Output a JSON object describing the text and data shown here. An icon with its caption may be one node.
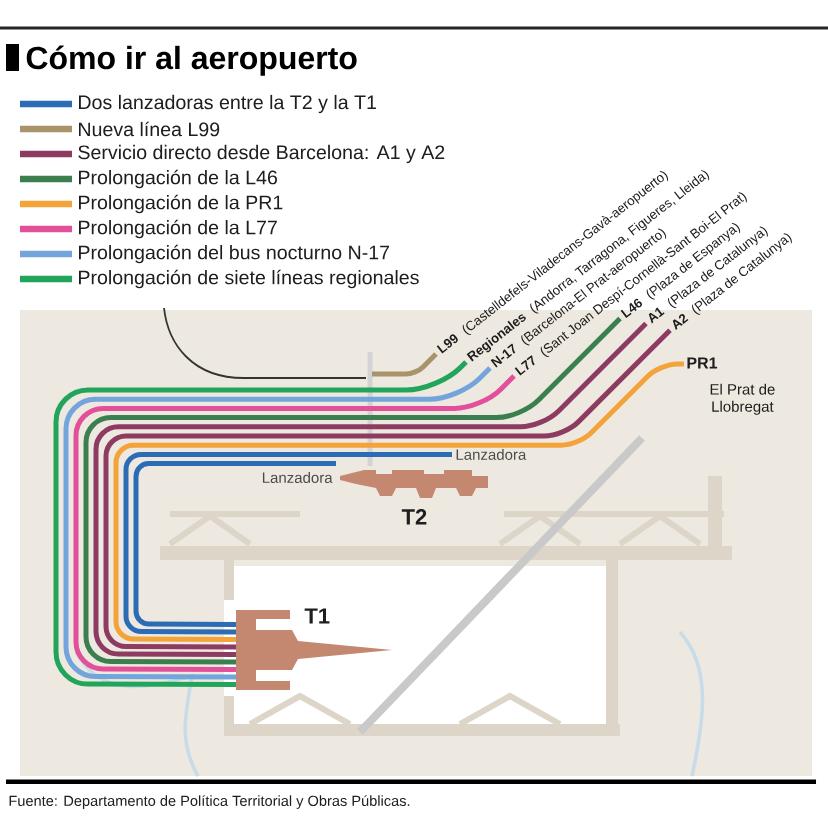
{
  "diagram": {
    "title": "Cómo ir al aeropuerto",
    "nodes": [
      {
        "text": [
          "L99",
          "(Castelldefels-Viladecans-Gavà-aeropuerto)"
        ]
      },
      {
        "text": [
          "Regionales",
          "(Andorra, Tarragona, Figueres, Lleida)"
        ]
      },
      {
        "text": [
          "N-17",
          "(Barcelona-El Prat-aeropuerto)"
        ]
      },
      {
        "text": [
          "L77",
          "(Sant Joan Despí-Cornellà-Sant Boi-El Prat)"
        ]
      },
      {
        "text": [
          "L46",
          "(Plaza de Espanya)"
        ]
      },
      {
        "text": [
          "A1",
          "(Plaza de Catalunya)"
        ]
      },
      {
        "text": [
          "A2",
          "(Plaza de Catalunya)"
        ]
      },
      {
        "text": [
          "PR1",
          "El Prat de Llobregat"
        ]
      },
      {
        "text": [
          "Lanzadora"
        ]
      },
      {
        "text": [
          "Lanzadora"
        ]
      },
      {
        "text": [
          "T2"
        ]
      },
      {
        "text": [
          "T1"
        ]
      }
    ],
    "edges": [
      {
        "from": 0,
        "to": null,
        "arrow": "none",
        "color": "#a8936a"
      },
      {
        "from": 1,
        "to": 11,
        "arrow": "none",
        "color": "#22a55b"
      },
      {
        "from": 2,
        "to": 11,
        "arrow": "none",
        "color": "#73a5dc"
      },
      {
        "from": 3,
        "to": 11,
        "arrow": "none",
        "color": "#e2509a"
      },
      {
        "from": 4,
        "to": 11,
        "arrow": "none",
        "color": "#3c7f4e"
      },
      {
        "from": 5,
        "to": 11,
        "arrow": "none",
        "color": "#8e3b62"
      },
      {
        "from": 6,
        "to": 11,
        "arrow": "none",
        "color": "#8e3b62"
      },
      {
        "from": 7,
        "to": 11,
        "arrow": "none",
        "color": "#f3a33a"
      },
      {
        "from": 8,
        "to": 11,
        "arrow": "none",
        "color": "#2b6cb5"
      },
      {
        "from": 9,
        "to": 11,
        "arrow": "none",
        "color": "#2b6cb5"
      }
    ],
    "labels": [
      "Fuente: Departamento de Política Territorial y Obras Públicas."
    ],
    "legend": [
      {
        "text": "Dos lanzadoras entre la T2 y la T1",
        "color": "#2b6cb5"
      },
      {
        "text": "Nueva línea L99",
        "color": "#a8936a"
      },
      {
        "text": "Servicio directo desde Barcelona: A1 y A2",
        "color": "#8e3b62"
      },
      {
        "text": "Prolongación de la L46",
        "color": "#3c7f4e"
      },
      {
        "text": "Prolongación de la PR1",
        "color": "#f3a33a"
      },
      {
        "text": "Prolongación de la L77",
        "color": "#e2509a"
      },
      {
        "text": "Prolongación del bus nocturno N-17",
        "color": "#73a5dc"
      },
      {
        "text": "Prolongación de siete líneas regionales",
        "color": "#22a55b"
      }
    ]
  }
}
